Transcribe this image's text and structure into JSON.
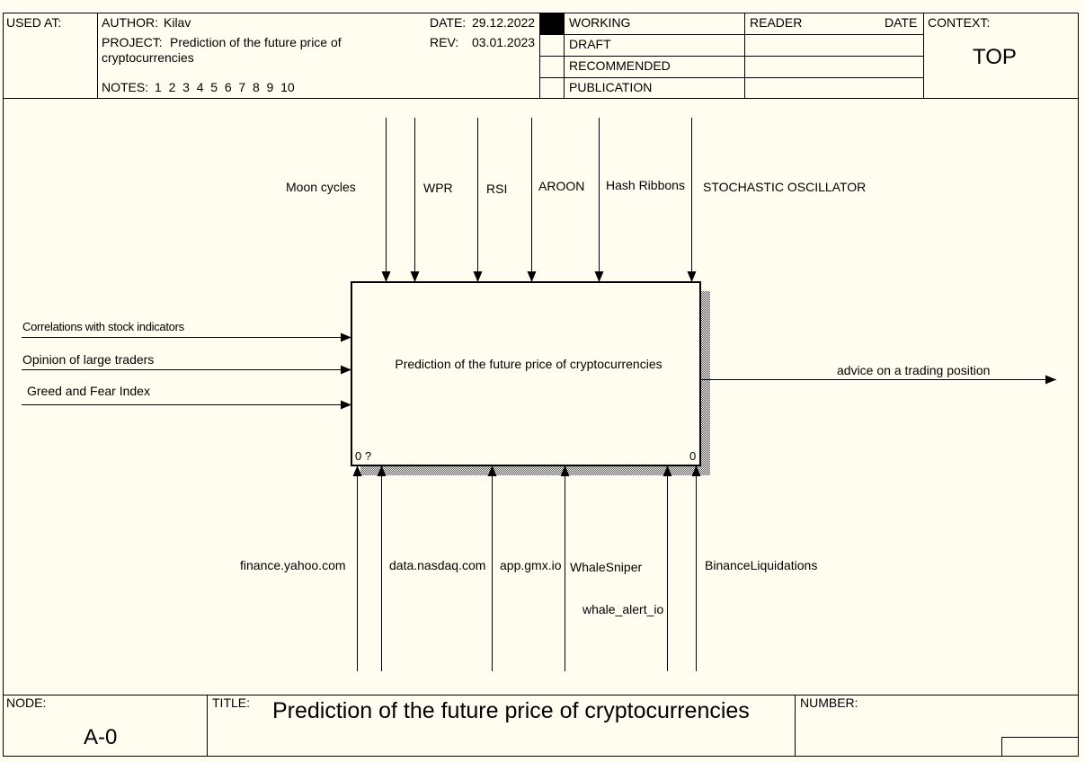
{
  "header": {
    "used_at_label": "USED AT:",
    "author_label": "AUTHOR:",
    "author": "Kilav",
    "date_label": "DATE:",
    "date": "29.12.2022",
    "project_label": "PROJECT:",
    "project_line1": "Prediction of the future price of",
    "project_line2": "cryptocurrencies",
    "rev_label": "REV:",
    "rev": "03.01.2023",
    "notes_label": "NOTES:",
    "notes": "1  2  3  4  5  6  7  8  9  10",
    "status": [
      "WORKING",
      "DRAFT",
      "RECOMMENDED",
      "PUBLICATION"
    ],
    "reader_label": "READER",
    "reader_date_label": "DATE",
    "context_label": "CONTEXT:",
    "context_value": "TOP"
  },
  "activity": {
    "label": "Prediction of the future price of cryptocurrencies",
    "number_left": "0 ?",
    "number_right": "0"
  },
  "controls": [
    "Moon cycles",
    "WPR",
    "RSI",
    "AROON",
    "Hash Ribbons",
    "STOCHASTIC OSCILLATOR"
  ],
  "inputs": [
    "Correlations with stock indicators",
    "Opinion of large traders",
    "Greed and Fear Index"
  ],
  "outputs": [
    "advice on a trading position"
  ],
  "mechanisms": [
    "finance.yahoo.com",
    "data.nasdaq.com",
    "app.gmx.io",
    "WhaleSniper",
    "whale_alert_io",
    "BinanceLiquidations"
  ],
  "footer": {
    "node_label": "NODE:",
    "node_value": "A-0",
    "title_label": "TITLE:",
    "title_value": "Prediction of the future price of cryptocurrencies",
    "number_label": "NUMBER:"
  },
  "colors": {
    "background": "#fffcf0",
    "line": "#000000",
    "shadow": "#555555"
  }
}
